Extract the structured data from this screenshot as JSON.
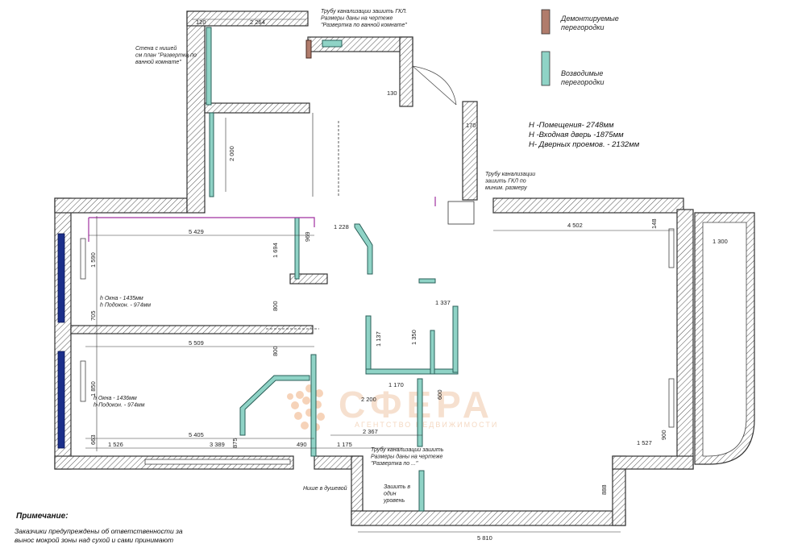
{
  "legend": {
    "demolished_label": "Демонтируемые\nперегородки",
    "new_label": "Возводимые\nперегородки",
    "colors": {
      "demolished": "#b07c6c",
      "new": "#8fd3c6"
    }
  },
  "heights": {
    "room": "Н -Помещения-  2748мм",
    "entry_door": "Н -Входная дверь -1875мм",
    "doorways": "Н- Дверных проемов. - 2132мм"
  },
  "notes": {
    "pipe_top": "Трубу канализации зашить ГКЛ.\nРазмеры даны на чертеже\n\"Развертка по ванной комнате\"",
    "wall_niche": "Стена с нишей\nсм план \"Развертка по\nванной комнате\"",
    "pipe_mid": "Трубу канализации\nзашить ГКЛ по\nминим. размеру",
    "pipe_bottom": "Трубу канализации зашить\nРазмеры даны на чертеже\n\"Развертка по ...\"",
    "shower_niche": "Нише в душевой",
    "sew_up": "Зашить в\nодин\nуровень",
    "window1": "h Окна - 1435мм\nh Подокон. - 974мм",
    "window2": "h Окна - 1436мм\nh-Подокон. - 974мм"
  },
  "footnote": {
    "title": "Примечание:",
    "line1": "Заказчики предупреждены об ответственности за",
    "line2": "вынос мокрой зоны над сухой и сами принимают"
  },
  "watermark": {
    "text": "СФЕРА",
    "sub": "АГЕНТСТВО НЕДВИЖИМОСТИ"
  },
  "dimensions": {
    "d120": "120",
    "d2264": "2 264",
    "d2000": "2 000",
    "d170": "170",
    "d130": "130",
    "d1228": "1 228",
    "d5429": "5 429",
    "d4502": "4 502",
    "d1300": "1 300",
    "d148": "148",
    "d1590": "1 590",
    "d705": "705",
    "d5509": "5 509",
    "d1850": "1 850",
    "d663": "663",
    "d1526": "1 526",
    "d3389": "3 389",
    "d490": "490",
    "d1175": "1 175",
    "d5405": "5 405",
    "d2200": "2 200",
    "d2367": "2 367",
    "d1170": "1 170",
    "d1350": "1 350",
    "d1337": "1 337",
    "d1694": "1 694",
    "d800a": "800",
    "d800b": "800",
    "d875": "875",
    "d900": "900",
    "d1527": "1 527",
    "d888": "888",
    "d5810": "5 810",
    "d969": "969",
    "d1137": "1 137",
    "d600": "600"
  }
}
